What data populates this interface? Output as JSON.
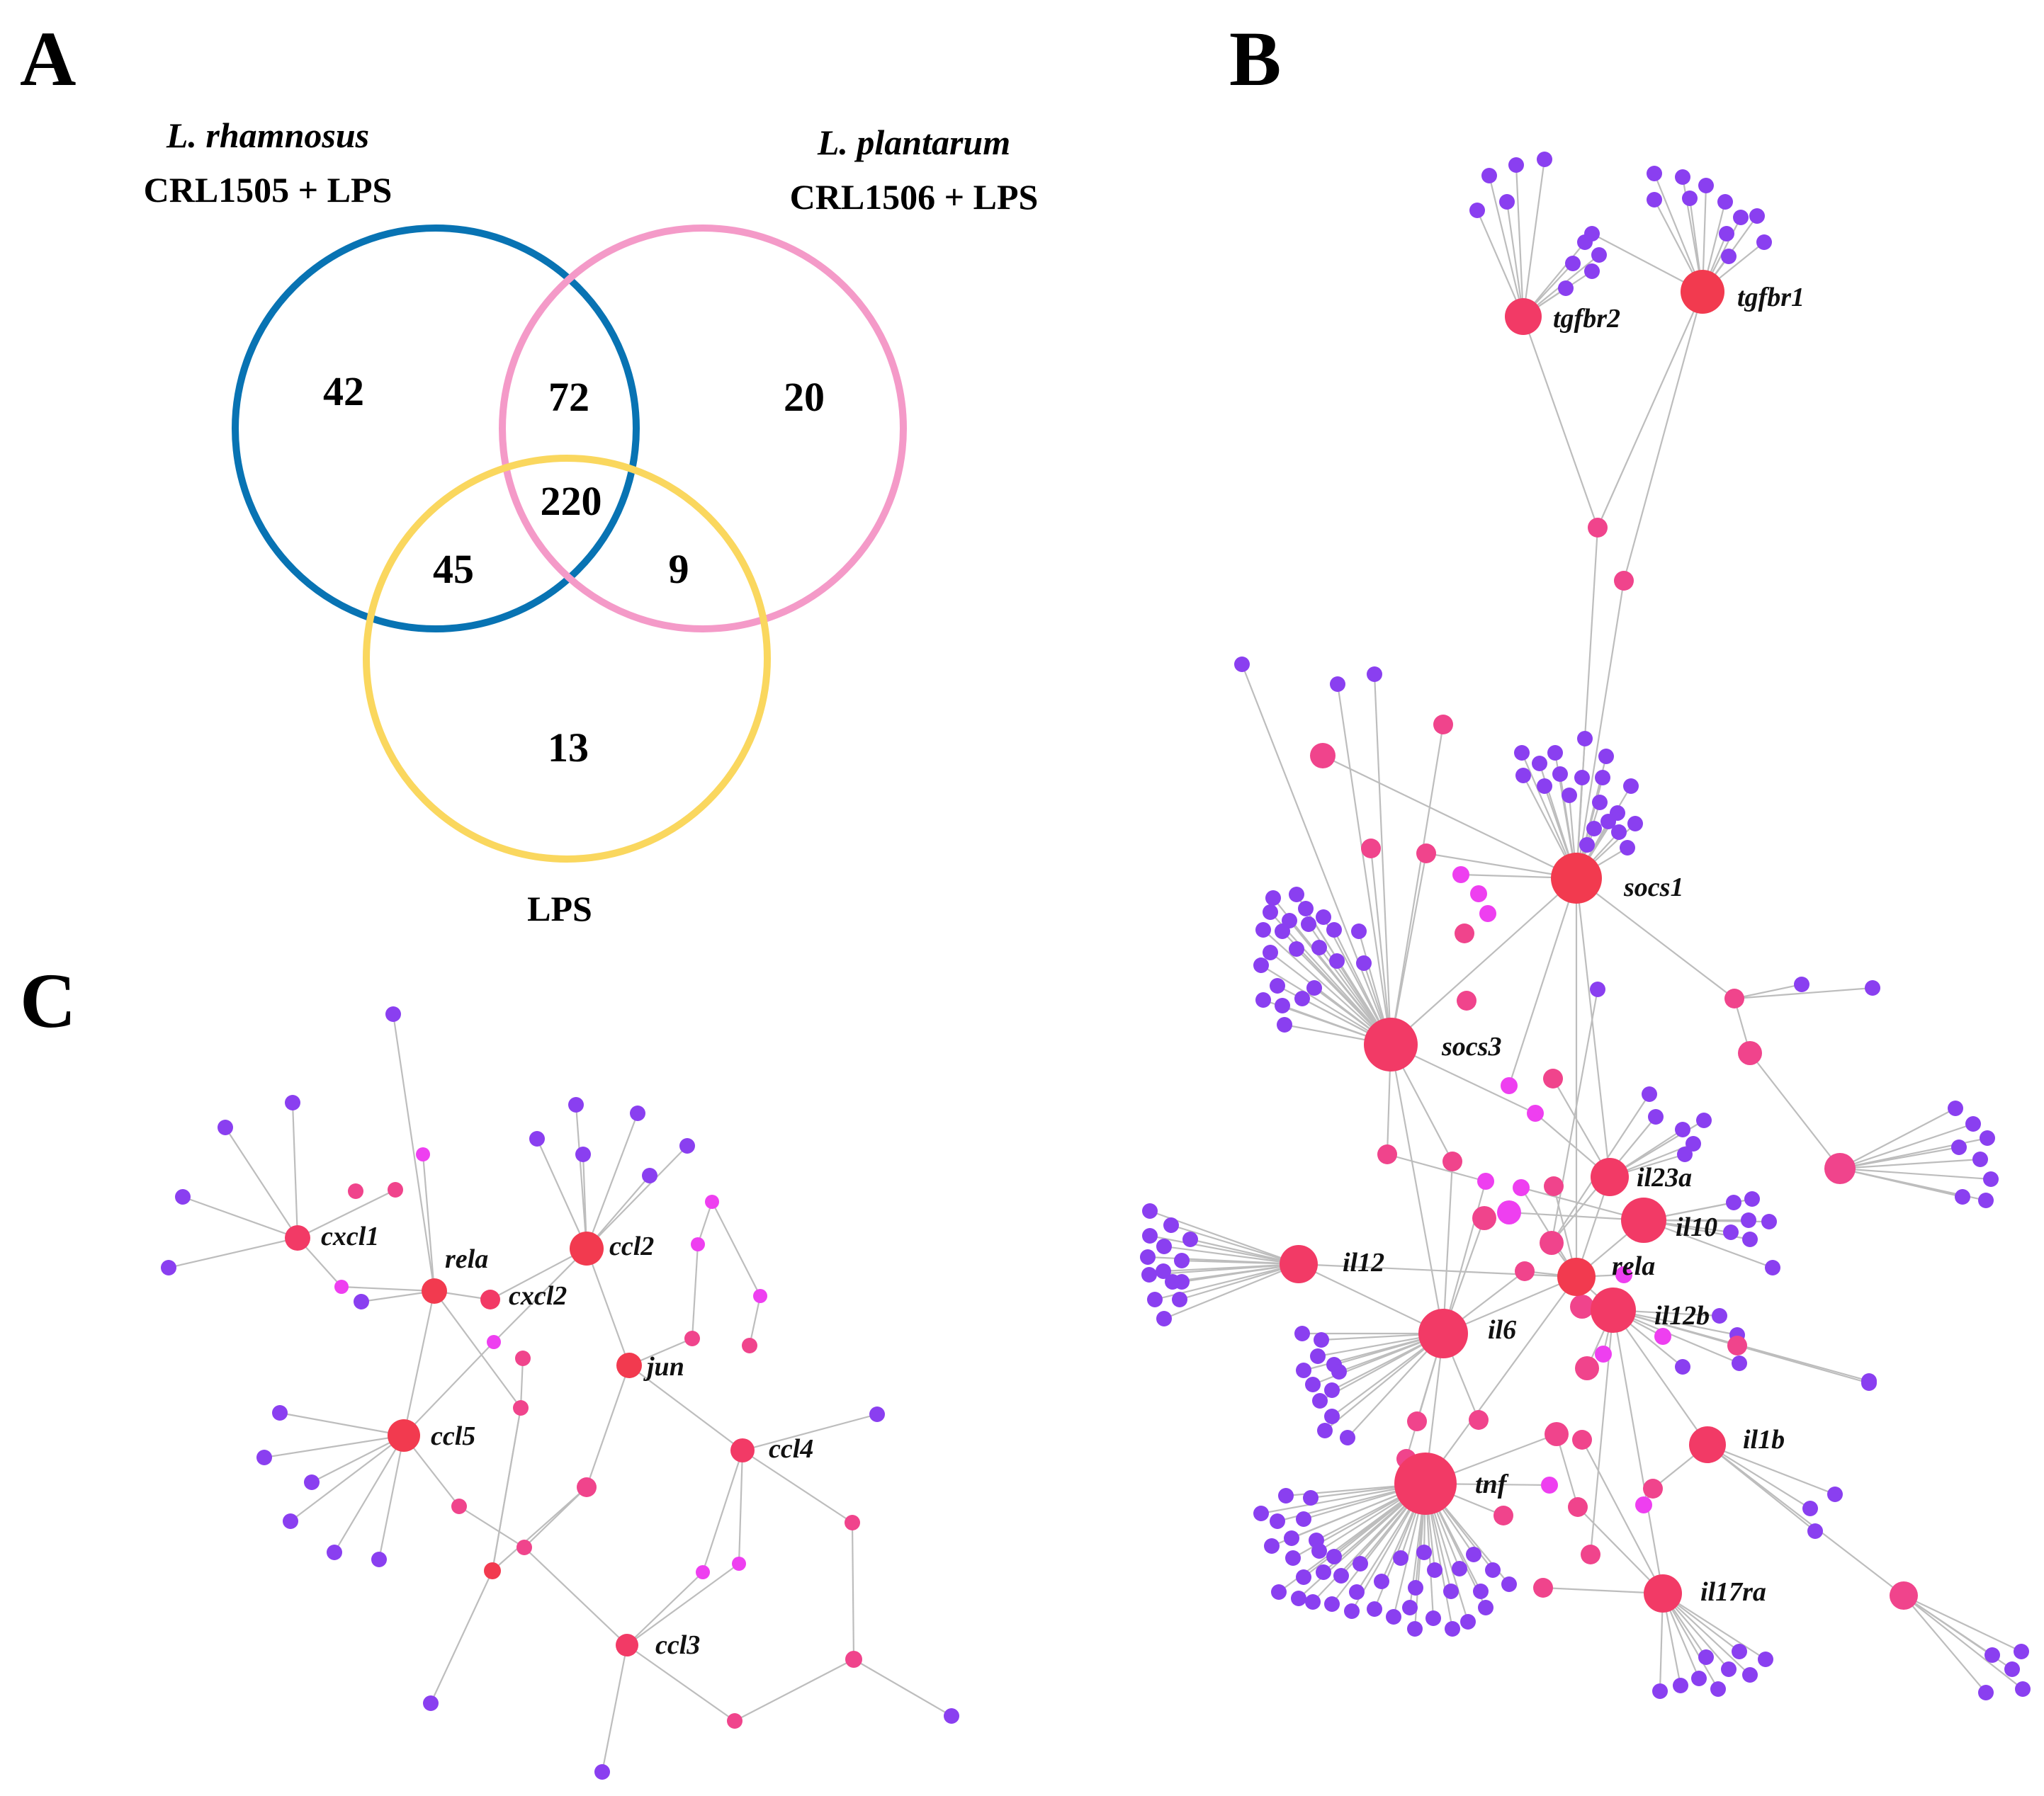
{
  "panel_letters": {
    "a": "A",
    "b": "B",
    "c": "C"
  },
  "venn": {
    "set_rhamnosus_species": "L. rhamnosus",
    "set_rhamnosus_strain": "CRL1505 + LPS",
    "set_plantarum_species": "L. plantarum",
    "set_plantarum_strain": "CRL1506 + LPS",
    "set_lps": "LPS",
    "colors": {
      "rhamnosus": "#0873b3",
      "plantarum": "#f49ac8",
      "lps": "#fad75e"
    },
    "counts": {
      "rhamnosus_only": "42",
      "rhamnosus_plantarum": "72",
      "plantarum_only": "20",
      "all_three": "220",
      "rhamnosus_lps": "45",
      "plantarum_lps": "9",
      "lps_only": "13"
    }
  },
  "network_b": {
    "genes": {
      "tgfbr2": "tgfbr2",
      "tgfbr1": "tgfbr1",
      "socs1": "socs1",
      "socs3": "socs3",
      "il23a": "il23a",
      "il10": "il10",
      "il12": "il12",
      "rela": "rela",
      "il12b": "il12b",
      "il6": "il6",
      "il1b": "il1b",
      "tnf": "tnf",
      "il17ra": "il17ra"
    }
  },
  "network_c": {
    "genes": {
      "cxcl1": "cxcl1",
      "rela": "rela",
      "ccl2": "ccl2",
      "cxcl2": "cxcl2",
      "jun": "jun",
      "ccl5": "ccl5",
      "ccl4": "ccl4",
      "ccl3": "ccl3"
    }
  },
  "node_colors": {
    "hub": "#f23a4f",
    "connector": "#f0448c",
    "intermediate": "#ee3ff0",
    "leaf": "#8a3ff0"
  }
}
